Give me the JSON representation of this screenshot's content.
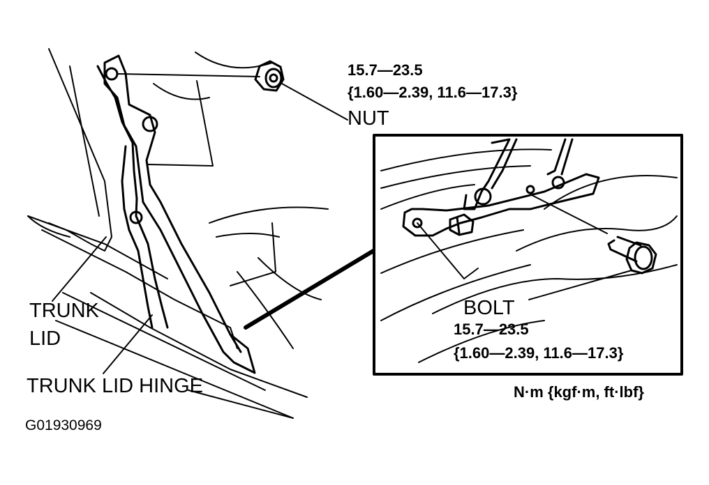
{
  "colors": {
    "ink": "#000000",
    "paper": "#ffffff"
  },
  "labels": {
    "nut_spec_line1": "15.7—23.5",
    "nut_spec_line2": "{1.60—2.39, 11.6—17.3}",
    "nut": "NUT",
    "bolt": "BOLT",
    "bolt_spec_line1": "15.7—23.5",
    "bolt_spec_line2": "{1.60—2.39, 11.6—17.3}",
    "units": "N·m {kgf·m, ft·lbf}",
    "trunk_lid_line1": "TRUNK",
    "trunk_lid_line2": "LID",
    "trunk_lid_hinge": "TRUNK LID HINGE",
    "figure_code": "G01930969"
  }
}
